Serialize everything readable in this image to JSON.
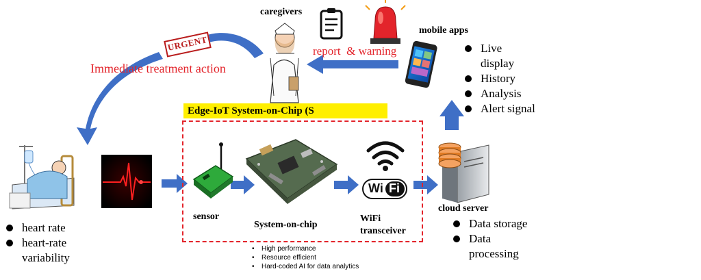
{
  "labels": {
    "caregivers": "caregivers",
    "mobile_apps": "mobile apps",
    "report_warning": "report  & warning",
    "urgent": "URGENT",
    "immediate_action": "Immediate treatment action",
    "soc_banner": "Edge-IoT System-on-Chip (S",
    "sensor": "sensor",
    "system_on_chip": "System-on-chip",
    "wifi_line1": "WiFi",
    "wifi_line2": "transceiver",
    "wifi_logo_left": "Wi",
    "wifi_logo_right": "Fi",
    "cloud_server": "cloud server"
  },
  "mobile_app_features": [
    "Live display",
    "History",
    "Analysis",
    "Alert signal"
  ],
  "patient_metrics": [
    "heart rate",
    "heart-rate variability"
  ],
  "cloud_features": [
    "Data storage",
    "Data processing"
  ],
  "soc_properties": [
    "High performance",
    "Resource efficient",
    "Hard-coded AI for data analytics"
  ],
  "colors": {
    "arrow_blue": "#3f6fc6",
    "accent_red": "#e3242b",
    "banner_yellow": "#ffef00"
  }
}
